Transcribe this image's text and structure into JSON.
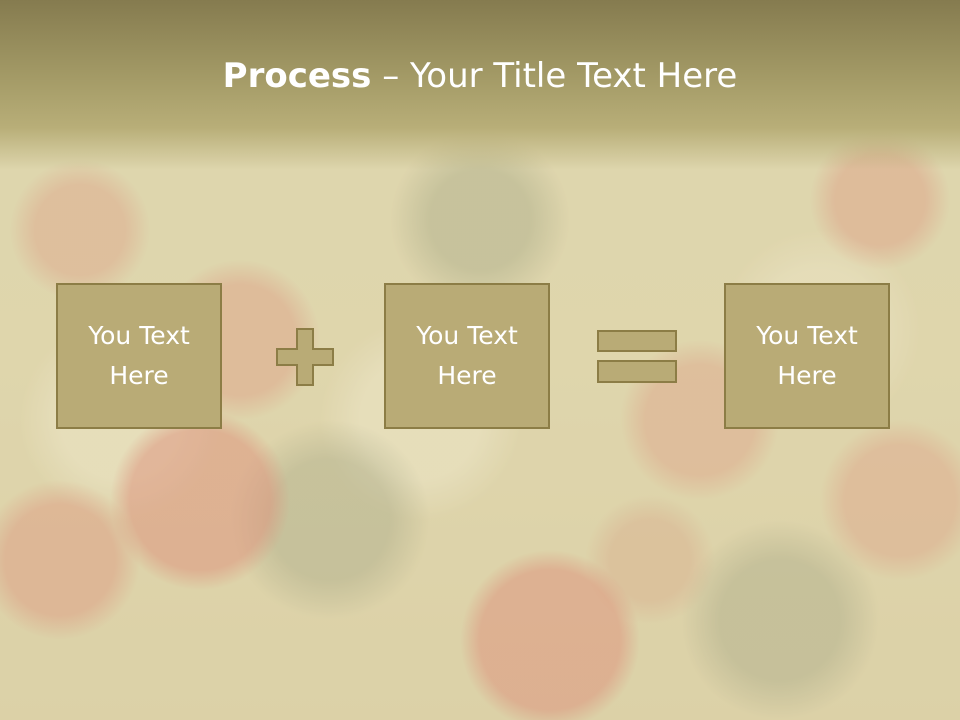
{
  "slide": {
    "title_bold": "Process",
    "title_dash": " – ",
    "title_rest": "Your Title Text Here"
  },
  "boxes": [
    {
      "label": "You Text\nHere"
    },
    {
      "label": "You Text\nHere"
    },
    {
      "label": "You Text\nHere"
    }
  ],
  "operators": [
    "plus-icon",
    "equals-icon"
  ],
  "colors": {
    "title_band": "#a39a66",
    "box_fill": "#b9ab76",
    "box_border": "#8c7d46",
    "text": "#ffffff"
  }
}
